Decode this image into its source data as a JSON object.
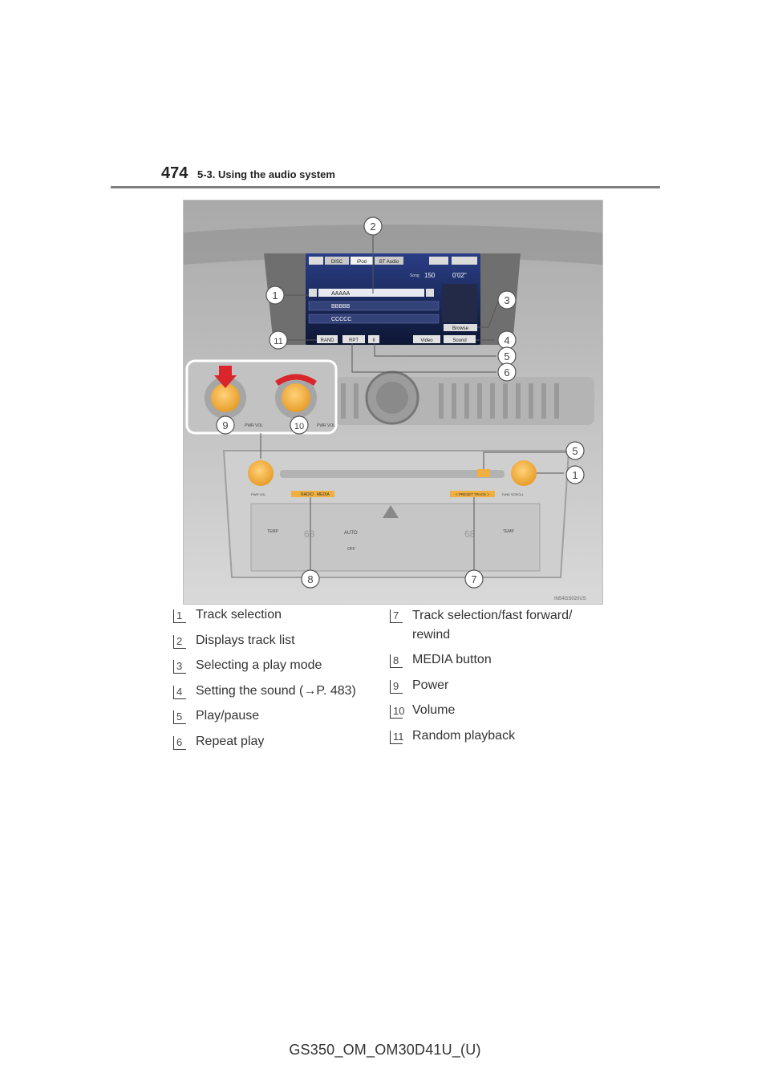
{
  "header": {
    "page_number": "474",
    "section": "5-3. Using the audio system"
  },
  "figure": {
    "image_code": "IN54GS020US",
    "screen": {
      "tabs": [
        "DISC",
        "iPod",
        "BT Audio"
      ],
      "song_label": "Song",
      "song_number": "150",
      "time": "0'02\"",
      "track_title": "AAAAA",
      "album": "BBBBB",
      "artist": "CCCCC",
      "browse_label": "Browse",
      "bottom_buttons": [
        "RAND",
        "RPT",
        "II",
        "Video",
        "Sound"
      ]
    },
    "panel": {
      "knob_label": "PWR VOL",
      "tune_label": "TUNE SCROLL",
      "radio_label": "RADIO",
      "media_label": "MEDIA",
      "track_label": "< PRESET TRACK >",
      "temp_label": "TEMP",
      "auto_label": "AUTO",
      "off_label": "OFF",
      "temp_value": "68"
    },
    "callouts": [
      "1",
      "2",
      "3",
      "4",
      "5",
      "6",
      "7",
      "8",
      "9",
      "10",
      "11"
    ]
  },
  "legend": {
    "left": [
      {
        "num": "1",
        "text": "Track selection"
      },
      {
        "num": "2",
        "text": "Displays track list"
      },
      {
        "num": "3",
        "text": "Selecting a play mode"
      },
      {
        "num": "4",
        "text": "Setting the sound (→P. 483)"
      },
      {
        "num": "5",
        "text": "Play/pause"
      },
      {
        "num": "6",
        "text": "Repeat play"
      }
    ],
    "right": [
      {
        "num": "7",
        "text": "Track selection/fast forward/ rewind"
      },
      {
        "num": "8",
        "text": "MEDIA button"
      },
      {
        "num": "9",
        "text": "Power"
      },
      {
        "num": "10",
        "text": "Volume"
      },
      {
        "num": "11",
        "text": "Random playback"
      }
    ]
  },
  "footer": {
    "code": "GS350_OM_OM30D41U_(U)"
  },
  "colors": {
    "knob": "#f0b040",
    "screen_bg": "#1e2a5a",
    "dash": "#c8c8c8",
    "callout": "#555555"
  }
}
